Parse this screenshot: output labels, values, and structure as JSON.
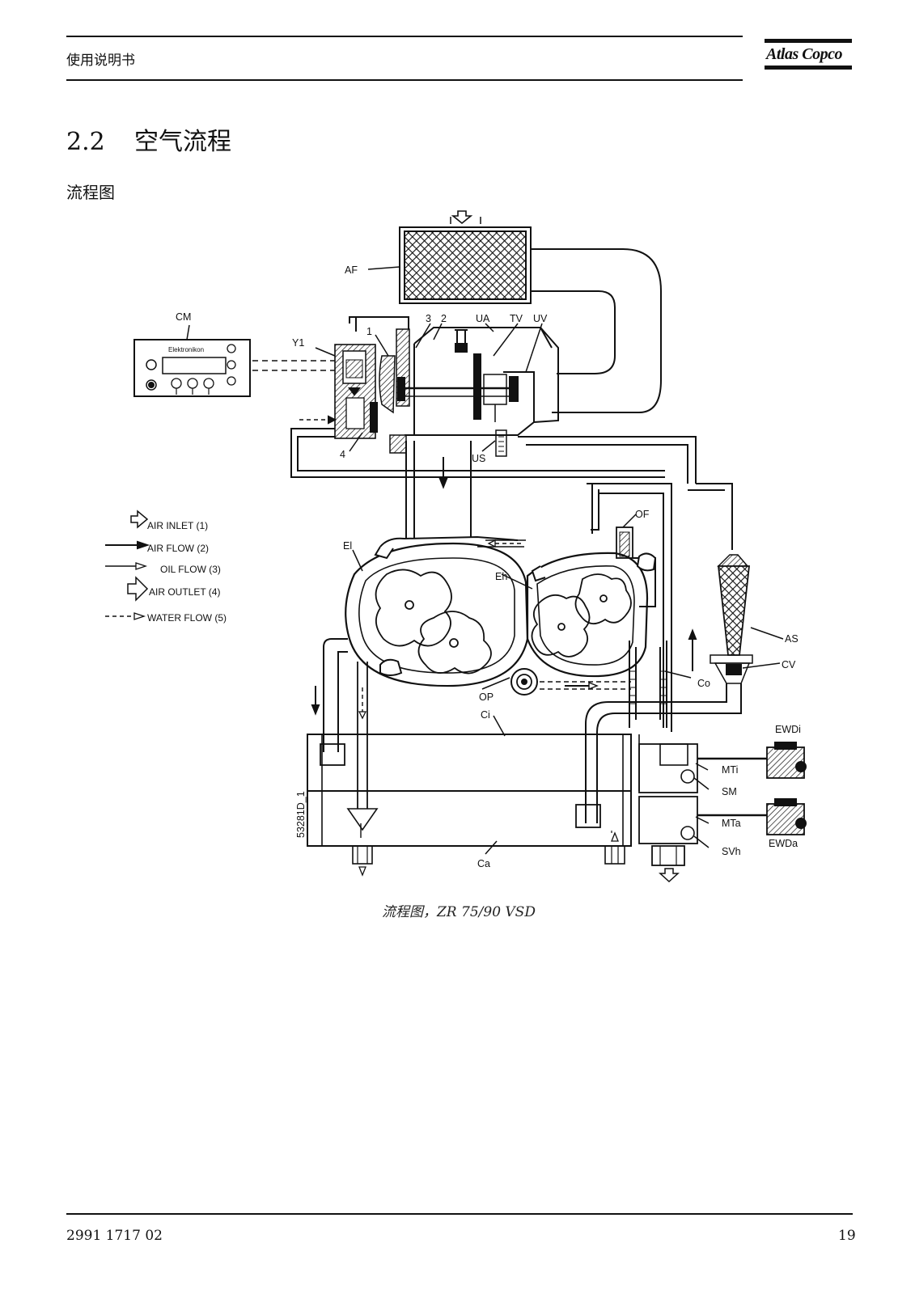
{
  "header": {
    "manual_title": "使用说明书",
    "brand": "Atlas Copco"
  },
  "section": {
    "number": "2.2",
    "title": "空气流程"
  },
  "subheading": "流程图",
  "figure": {
    "labels": {
      "af": "AF",
      "cm": "CM",
      "y1": "Y1",
      "n1": "1",
      "n2": "2",
      "n3": "3",
      "n4": "4",
      "ua": "UA",
      "tv": "TV",
      "uv": "UV",
      "us": "US",
      "of": "OF",
      "el": "El",
      "eh": "Eh",
      "as": "AS",
      "cv": "CV",
      "co": "Co",
      "op": "OP",
      "ci": "Ci",
      "ca": "Ca",
      "ewdi": "EWDi",
      "mti": "MTi",
      "sm": "SM",
      "mta": "MTa",
      "svh": "SVh",
      "ewda": "EWDa",
      "code": "53281D_1",
      "cm_brand": "Elektronikon"
    },
    "legend": [
      {
        "label": "AIR INLET (1)",
        "symbol": "hollow-arrow"
      },
      {
        "label": "AIR FLOW (2)",
        "symbol": "solid-arrow"
      },
      {
        "label": "OIL FLOW (3)",
        "symbol": "open-arrow"
      },
      {
        "label": "AIR OUTLET (4)",
        "symbol": "hollow-arrow-large"
      },
      {
        "label": "WATER FLOW (5)",
        "symbol": "dashed-arrow"
      }
    ],
    "caption": "流程图，ZR 75/90 VSD"
  },
  "footer": {
    "doc_number": "2991 1717 02",
    "page_number": "19"
  }
}
